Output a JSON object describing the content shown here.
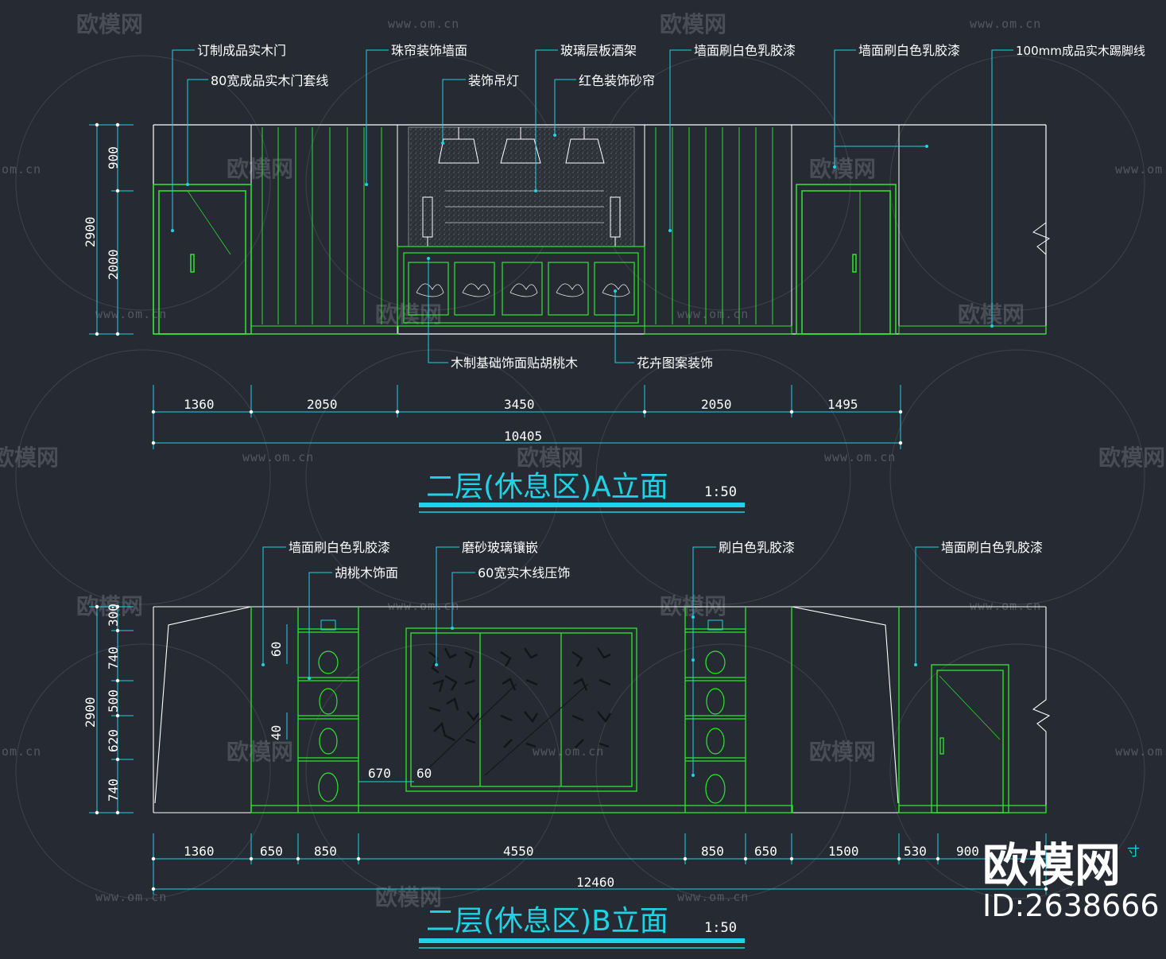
{
  "watermark": {
    "logo_text": "欧模网",
    "url": "www.om.cn",
    "url_partial": "om.cn"
  },
  "elevation_a": {
    "title": "二层(休息区)A立面",
    "scale": "1:50",
    "labels": {
      "door": "订制成品实木门",
      "door_trim": "80宽成品实木门套线",
      "bead_wall": "珠帘装饰墙面",
      "pendant": "装饰吊灯",
      "wine_rack": "玻璃层板酒架",
      "red_curtain": "红色装饰砂帘",
      "paint_mid": "墙面刷白色乳胶漆",
      "paint_right": "墙面刷白色乳胶漆",
      "baseboard": "100mm成品实木踢脚线",
      "walnut_base": "木制基础饰面贴胡桃木",
      "flower": "花卉图案装饰"
    },
    "vdims": [
      "900",
      "2000",
      "2900"
    ],
    "hdims": [
      "1360",
      "2050",
      "3450",
      "2050",
      "1495"
    ],
    "total": "10405"
  },
  "elevation_b": {
    "title": "二层(休息区)B立面",
    "scale": "1:50",
    "labels": {
      "paint_left": "墙面刷白色乳胶漆",
      "walnut": "胡桃木饰面",
      "frosted": "磨砂玻璃镶嵌",
      "trim60": "60宽实木线压饰",
      "paint_mid": "刷白色乳胶漆",
      "paint_right": "墙面刷白色乳胶漆"
    },
    "vdims": [
      "300",
      "740",
      "500",
      "620",
      "740",
      "2900"
    ],
    "small_dims": [
      "60",
      "40",
      "670",
      "60"
    ],
    "hdims": [
      "1360",
      "650",
      "850",
      "4550",
      "850",
      "650",
      "1500",
      "530",
      "900"
    ],
    "total": "12460",
    "partial_label": "寸"
  },
  "brand": {
    "name": "欧模网",
    "id": "ID:2638666"
  },
  "colors": {
    "background": "#252a33",
    "green": "#2ee82e",
    "cyan": "#1fd3e6",
    "white": "#ffffff"
  }
}
